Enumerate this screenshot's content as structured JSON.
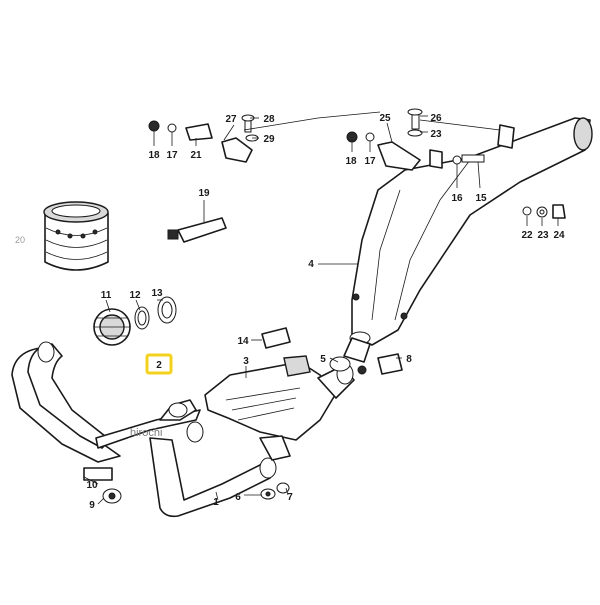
{
  "diagram": {
    "labels": [
      {
        "id": "1",
        "text": "1"
      },
      {
        "id": "2",
        "text": "2"
      },
      {
        "id": "3",
        "text": "3"
      },
      {
        "id": "4",
        "text": "4"
      },
      {
        "id": "5",
        "text": "5"
      },
      {
        "id": "6",
        "text": "6"
      },
      {
        "id": "7",
        "text": "7"
      },
      {
        "id": "8",
        "text": "8"
      },
      {
        "id": "9",
        "text": "9"
      },
      {
        "id": "10",
        "text": "10"
      },
      {
        "id": "11",
        "text": "11"
      },
      {
        "id": "12",
        "text": "12"
      },
      {
        "id": "13",
        "text": "13"
      },
      {
        "id": "14",
        "text": "14"
      },
      {
        "id": "15",
        "text": "15"
      },
      {
        "id": "16",
        "text": "16"
      },
      {
        "id": "17a",
        "text": "17"
      },
      {
        "id": "17b",
        "text": "17"
      },
      {
        "id": "18a",
        "text": "18"
      },
      {
        "id": "18b",
        "text": "18"
      },
      {
        "id": "19",
        "text": "19"
      },
      {
        "id": "20",
        "text": "20"
      },
      {
        "id": "21",
        "text": "21"
      },
      {
        "id": "22",
        "text": "22"
      },
      {
        "id": "23a",
        "text": "23"
      },
      {
        "id": "23b",
        "text": "23"
      },
      {
        "id": "24",
        "text": "24"
      },
      {
        "id": "25",
        "text": "25"
      },
      {
        "id": "26",
        "text": "26"
      },
      {
        "id": "27",
        "text": "27"
      },
      {
        "id": "28",
        "text": "28"
      },
      {
        "id": "29",
        "text": "29"
      }
    ],
    "highlighted_label": "2",
    "highlight_color": "#f3d21b",
    "watermark": "hirochi"
  }
}
